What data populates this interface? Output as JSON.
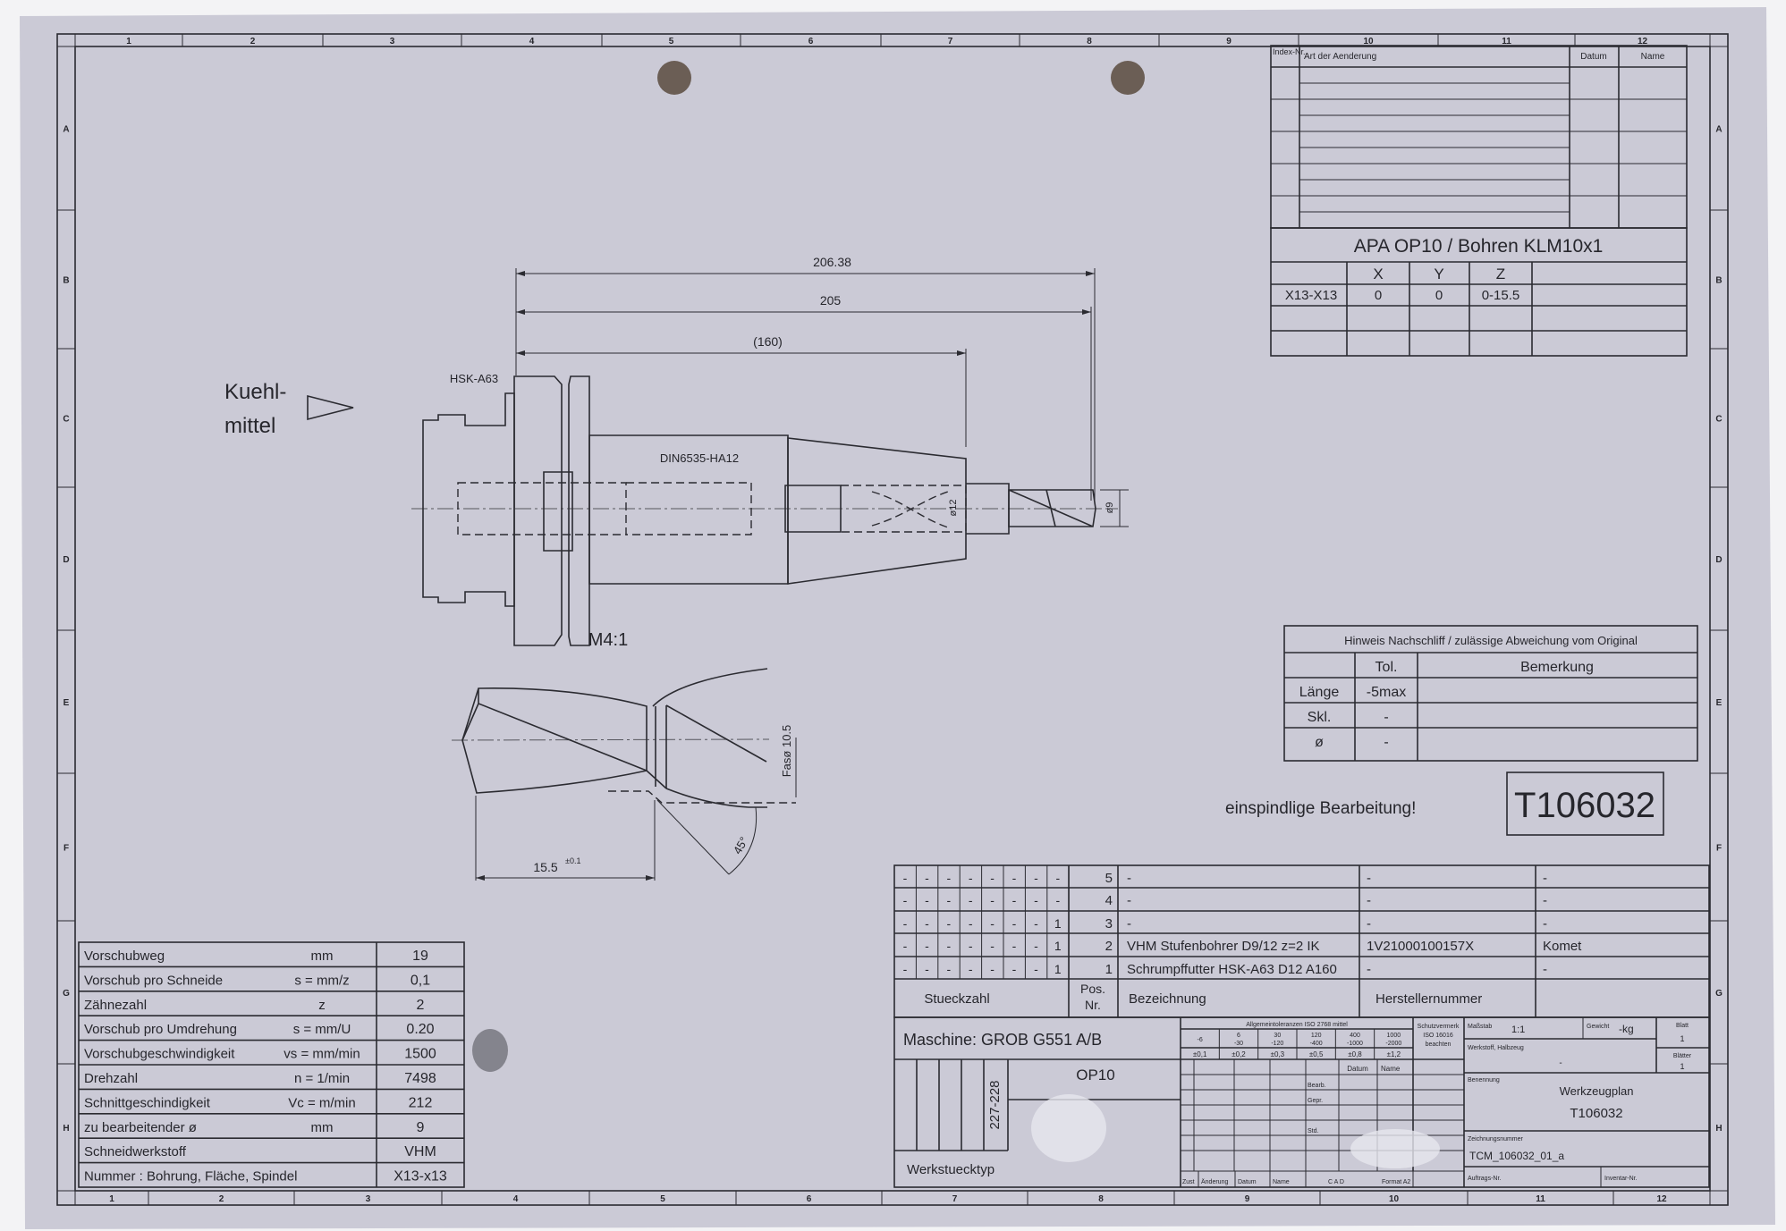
{
  "colors": {
    "paper": "#cbcad6",
    "ink": "#26262c",
    "background": "#f3f3f5"
  },
  "frame": {
    "zone_numbers": [
      "1",
      "2",
      "3",
      "4",
      "5",
      "6",
      "7",
      "8",
      "9",
      "10",
      "11",
      "12"
    ],
    "zone_letters": [
      "A",
      "B",
      "C",
      "D",
      "E",
      "F",
      "G",
      "H"
    ]
  },
  "revision_table": {
    "headers": {
      "index": "Index-Nr.",
      "art": "Art der Aenderung",
      "datum": "Datum",
      "name": "Name"
    }
  },
  "apa_table": {
    "title": "APA OP10 / Bohren KLM10x1",
    "headers": [
      "",
      "X",
      "Y",
      "Z",
      ""
    ],
    "rows": [
      [
        "X13-X13",
        "0",
        "0",
        "0-15.5",
        ""
      ]
    ]
  },
  "tool_drawing": {
    "coolant_label_1": "Kuehl-",
    "coolant_label_2": "mittel",
    "dim_total": "206.38",
    "dim_205": "205",
    "dim_160": "(160)",
    "holder_label": "HSK-A63",
    "shank_label": "DIN6535-HA12",
    "dia_12": "ø12",
    "dia_9": "ø9"
  },
  "detail_drawing": {
    "scale": "M4:1",
    "length": "15.5",
    "length_tol": "±0.1",
    "angle": "45°",
    "chamfer": "Fasø 10.5"
  },
  "regrind_table": {
    "title": "Hinweis Nachschliff / zulässige Abweichung vom Original",
    "headers": [
      "",
      "Tol.",
      "Bemerkung"
    ],
    "rows": [
      [
        "Länge",
        "-5max",
        ""
      ],
      [
        "Skl.",
        "-",
        ""
      ],
      [
        "ø",
        "-",
        ""
      ]
    ]
  },
  "note": "einspindlige Bearbeitung!",
  "tool_number": "T106032",
  "parts_list": {
    "rows": [
      {
        "counts": [
          "-",
          "-",
          "-",
          "-",
          "-",
          "-",
          "-",
          "-"
        ],
        "pos": "5",
        "bezeichnung": "-",
        "hersteller_nr": "-",
        "hersteller": "-"
      },
      {
        "counts": [
          "-",
          "-",
          "-",
          "-",
          "-",
          "-",
          "-",
          "-"
        ],
        "pos": "4",
        "bezeichnung": "-",
        "hersteller_nr": "-",
        "hersteller": "-"
      },
      {
        "counts": [
          "-",
          "-",
          "-",
          "-",
          "-",
          "-",
          "-",
          "1"
        ],
        "pos": "3",
        "bezeichnung": "-",
        "hersteller_nr": "-",
        "hersteller": "-"
      },
      {
        "counts": [
          "-",
          "-",
          "-",
          "-",
          "-",
          "-",
          "-",
          "1"
        ],
        "pos": "2",
        "bezeichnung": "VHM Stufenbohrer D9/12 z=2 IK",
        "hersteller_nr": "1V21000100157X",
        "hersteller": "Komet"
      },
      {
        "counts": [
          "-",
          "-",
          "-",
          "-",
          "-",
          "-",
          "-",
          "1"
        ],
        "pos": "1",
        "bezeichnung": "Schrumpffutter HSK-A63 D12 A160",
        "hersteller_nr": "-",
        "hersteller": "-"
      }
    ],
    "headers": {
      "stueckzahl": "Stueckzahl",
      "pos_1": "Pos.",
      "pos_2": "Nr.",
      "bezeichnung": "Bezeichnung",
      "hersteller_nr": "Herstellernummer"
    }
  },
  "params_table": {
    "rows": [
      [
        "Vorschubweg",
        "mm",
        "19"
      ],
      [
        "Vorschub pro Schneide",
        "s = mm/z",
        "0,1"
      ],
      [
        "Zähnezahl",
        "z",
        "2"
      ],
      [
        "Vorschub pro Umdrehung",
        "s = mm/U",
        "0.20"
      ],
      [
        "Vorschubgeschwindigkeit",
        "vs = mm/min",
        "1500"
      ],
      [
        "Drehzahl",
        "n = 1/min",
        "7498"
      ],
      [
        "Schnittgeschindigkeit",
        "Vc = m/min",
        "212"
      ],
      [
        "zu bearbeitender ø",
        "mm",
        "9"
      ],
      [
        "Schneidwerkstoff",
        "",
        "VHM"
      ],
      [
        "Nummer : Bohrung, Fläche, Spindel",
        "",
        "X13-x13"
      ]
    ]
  },
  "title_block": {
    "machine": "Maschine:  GROB G551 A/B",
    "operation": "OP10",
    "workpiece_numbers": "227-228",
    "workpiece_type": "Werkstuecktyp",
    "tolerance_title": "Allgemeintoleranzen ISO 2768 mittel",
    "tolerance_ranges": [
      [
        "-6"
      ],
      [
        "6",
        "-30"
      ],
      [
        "30",
        "-120"
      ],
      [
        "120",
        "-400"
      ],
      [
        "400",
        "-1000"
      ],
      [
        "1000",
        "-2000"
      ]
    ],
    "tolerance_values": [
      "±0,1",
      "±0,2",
      "±0,3",
      "±0,5",
      "±0,8",
      "±1,2"
    ],
    "protection": [
      "Schutzvermerk",
      "ISO 16016",
      "beachten"
    ],
    "grid_headers": {
      "datum": "Datum",
      "name": "Name",
      "bearb": "Bearb.",
      "gepr": "Gepr.",
      "std": "Std."
    },
    "footer": {
      "zust": "Zust",
      "aenderung": "Änderung",
      "datum": "Datum",
      "name": "Name",
      "cad": "C A D",
      "format": "Format  A2"
    },
    "scale_label": "Maßstab",
    "scale": "1:1",
    "weight_label": "Gewicht",
    "weight": "-kg",
    "sheet_label": "Blatt",
    "sheet": "1",
    "sheets_label": "Blätter",
    "sheets": "1",
    "material_label": "Werkstoff, Halbzeug",
    "material": "-",
    "name_label": "Benennung",
    "name_1": "Werkzeugplan",
    "name_2": "T106032",
    "drawing_no_label": "Zeichnungsnummer",
    "drawing_no": "TCM_106032_01_a",
    "order_label": "Auftrags-Nr.",
    "inventory_label": "Inventar-Nr."
  }
}
